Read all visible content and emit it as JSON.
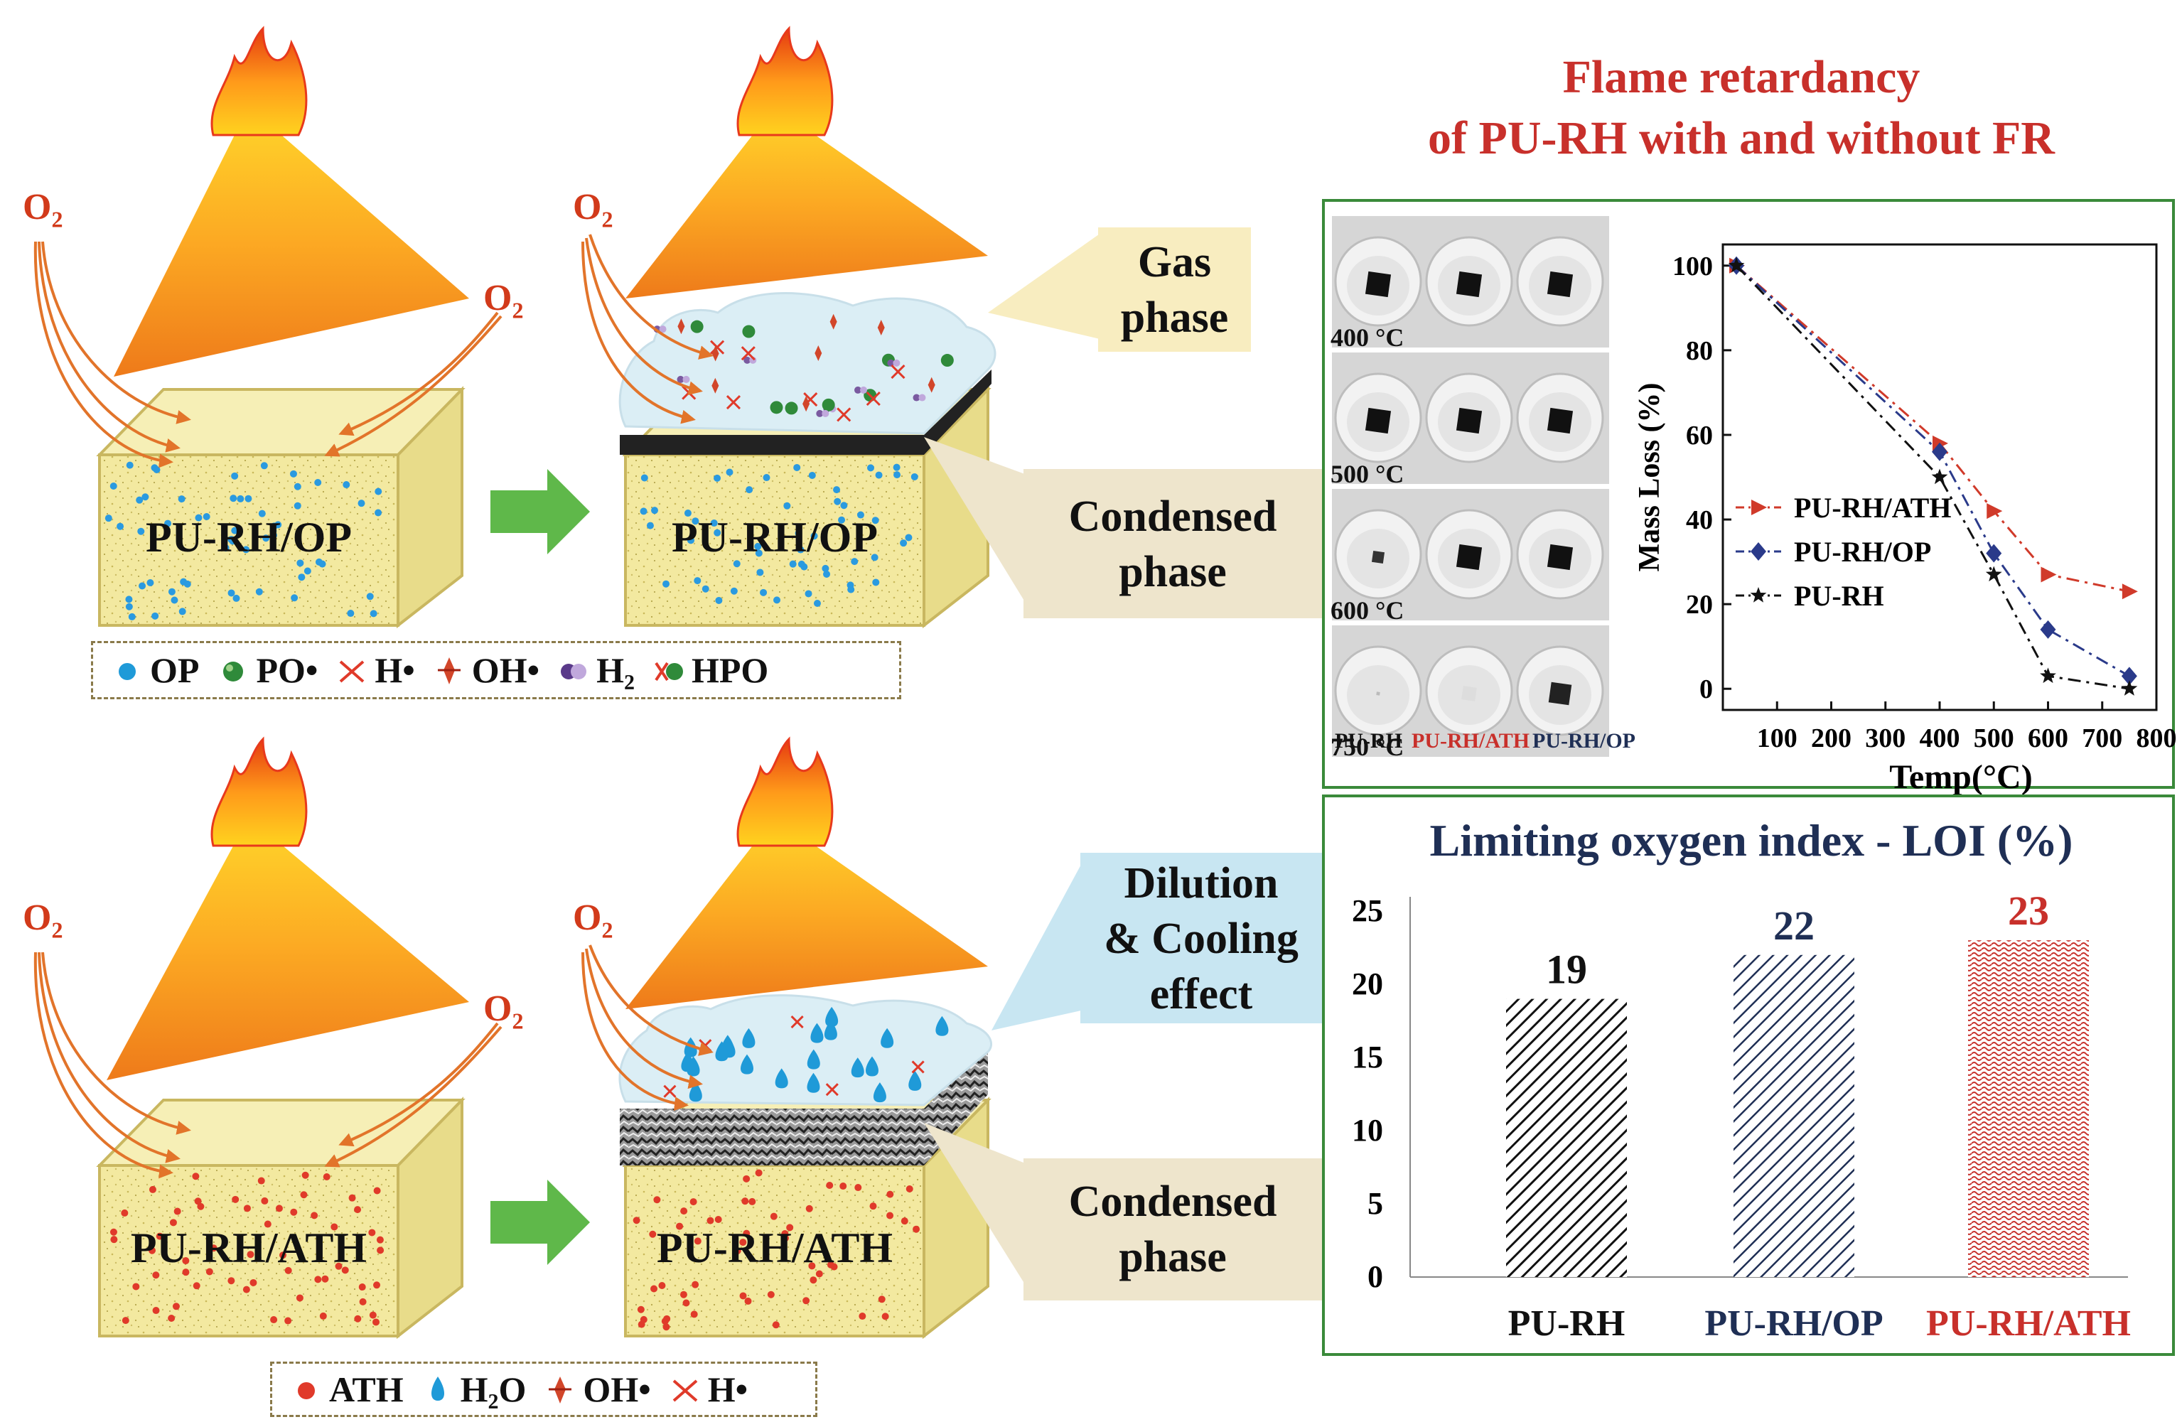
{
  "title": {
    "line1": "Flame retardancy",
    "line2": "of PU-RH with and without FR"
  },
  "top_row": {
    "box1_label": "PU-RH/OP",
    "box2_label": "PU-RH/OP",
    "gas_callout": {
      "line1": "Gas",
      "line2": "phase"
    },
    "condensed_callout": {
      "line1": "Condensed",
      "line2": "phase"
    },
    "legend": [
      {
        "icon": "op-sphere-icon",
        "label": "OP"
      },
      {
        "icon": "po-radical-icon",
        "label": "PO•"
      },
      {
        "icon": "h-radical-icon",
        "label": "H•"
      },
      {
        "icon": "oh-radical-icon",
        "label": "OH•"
      },
      {
        "icon": "h2-molecule-icon",
        "label": "H₂"
      },
      {
        "icon": "hpo-molecule-icon",
        "label": "HPO"
      }
    ]
  },
  "bottom_row": {
    "box1_label": "PU-RH/ATH",
    "box2_label": "PU-RH/ATH",
    "dilution_callout": {
      "line1": "Dilution",
      "line2": "& Cooling",
      "line3": "effect"
    },
    "condensed_callout": {
      "line1": "Condensed",
      "line2": "phase"
    },
    "legend": [
      {
        "icon": "ath-sphere-icon",
        "label": "ATH"
      },
      {
        "icon": "water-drop-icon",
        "label": "H₂O"
      },
      {
        "icon": "oh-radical-icon",
        "label": "OH•"
      },
      {
        "icon": "h-radical-icon",
        "label": "H•"
      }
    ]
  },
  "o2_label": {
    "main": "O",
    "sub": "2"
  },
  "photos": {
    "temperatures": [
      "400 °C",
      "500 °C",
      "600 °C",
      "750 °C"
    ],
    "samples": [
      {
        "label": "PU-RH",
        "color": "#111111"
      },
      {
        "label": "PU-RH/ATH",
        "color": "#c8302b"
      },
      {
        "label": "PU-RH/OP",
        "color": "#1f2f55"
      }
    ]
  },
  "colors": {
    "flame_orange": "#f08a1c",
    "flame_yellow": "#ffd21f",
    "box_fill": "#f3e9a0",
    "panel_border": "#3a8a3a",
    "title_red": "#c8302b",
    "arrow_green": "#5fb84a",
    "navy": "#1f2f55"
  },
  "chart_data": [
    {
      "type": "line",
      "xlabel": "Temp(°C)",
      "ylabel": "Mass Loss (%)",
      "xlim": [
        0,
        800
      ],
      "ylim": [
        -5,
        105
      ],
      "xticks": [
        100,
        200,
        300,
        400,
        500,
        600,
        700,
        800
      ],
      "yticks": [
        0,
        20,
        40,
        60,
        80,
        100
      ],
      "legend_position": "bottom-left",
      "series": [
        {
          "name": "PU-RH/ATH",
          "color": "#d03a2a",
          "marker": "triangle-right",
          "dash": "dashdot",
          "x": [
            25,
            400,
            500,
            600,
            750
          ],
          "y": [
            100,
            58,
            42,
            27,
            23
          ]
        },
        {
          "name": "PU-RH/OP",
          "color": "#2a3a8a",
          "marker": "diamond",
          "dash": "dashdot",
          "x": [
            25,
            400,
            500,
            600,
            750
          ],
          "y": [
            100,
            56,
            32,
            14,
            3
          ]
        },
        {
          "name": "PU-RH",
          "color": "#111111",
          "marker": "star",
          "dash": "dashdot",
          "x": [
            25,
            400,
            500,
            600,
            750
          ],
          "y": [
            100,
            50,
            27,
            3,
            0
          ]
        }
      ]
    },
    {
      "type": "bar",
      "title": "Limiting oxygen index - LOI (%)",
      "categories": [
        "PU-RH",
        "PU-RH/OP",
        "PU-RH/ATH"
      ],
      "values": [
        19,
        22,
        23
      ],
      "colors": [
        "#111111",
        "#1f2f55",
        "#c8302b"
      ],
      "ylim": [
        0,
        25
      ],
      "yticks": [
        0,
        5,
        10,
        15,
        20,
        25
      ]
    }
  ]
}
